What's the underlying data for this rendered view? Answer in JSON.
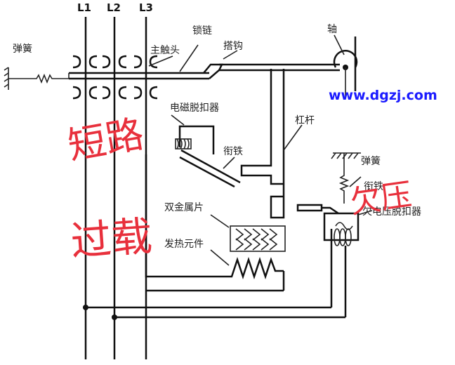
{
  "phases": {
    "l1": "L1",
    "l2": "L2",
    "l3": "L3"
  },
  "labels": {
    "spring_left": "弹簧",
    "main_contact": "主触头",
    "lock_chain": "锁链",
    "hook": "搭钩",
    "shaft": "轴",
    "em_release": "电磁脱扣器",
    "armature_1": "衔铁",
    "lever": "杠杆",
    "spring_right": "弹簧",
    "armature_2": "衔铁",
    "bimetal": "双金属片",
    "heater": "发热元件",
    "uv_release": "欠电压脱扣器"
  },
  "watermark": "www.dgzj.com",
  "handwriting": {
    "short_circuit": "短路",
    "overload": "过载",
    "undervoltage": "欠压"
  },
  "colors": {
    "ink": "#111111",
    "handwriting": "#e8303c",
    "watermark": "#1a1aff"
  }
}
